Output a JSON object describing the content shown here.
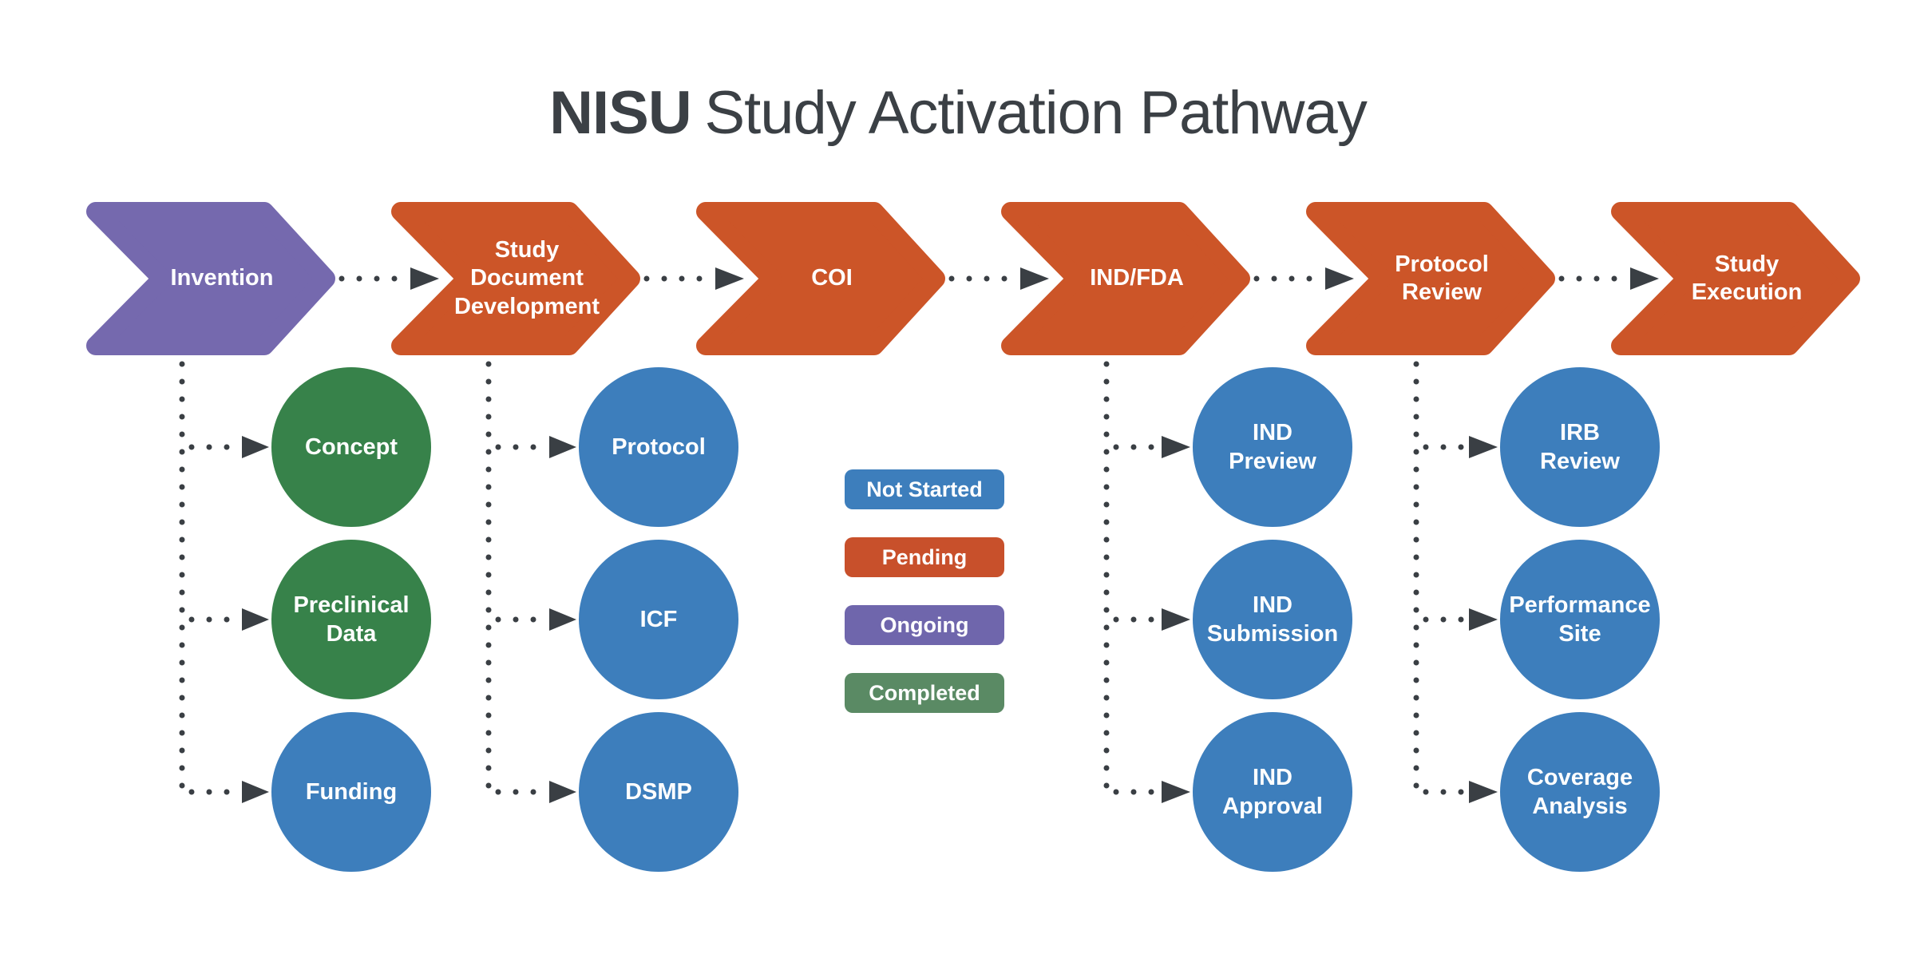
{
  "title": {
    "brand": "NISU",
    "rest": "Study Activation Pathway"
  },
  "stages": [
    {
      "label": "Invention",
      "color": "#7569AE"
    },
    {
      "label": "Study\nDocument\nDevelopment",
      "color": "#CC5528"
    },
    {
      "label": "COI",
      "color": "#CC5528"
    },
    {
      "label": "IND/FDA",
      "color": "#CC5528"
    },
    {
      "label": "Protocol\nReview",
      "color": "#CC5528"
    },
    {
      "label": "Study\nExecution",
      "color": "#CC5528"
    }
  ],
  "columns": [
    {
      "stage": "Invention",
      "items": [
        {
          "label": "Concept",
          "color": "#37824A"
        },
        {
          "label": "Preclinical\nData",
          "color": "#37824A"
        },
        {
          "label": "Funding",
          "color": "#3D7EBC"
        }
      ]
    },
    {
      "stage": "Study Document Development",
      "items": [
        {
          "label": "Protocol",
          "color": "#3D7EBC"
        },
        {
          "label": "ICF",
          "color": "#3D7EBC"
        },
        {
          "label": "DSMP",
          "color": "#3D7EBC"
        }
      ]
    },
    {
      "stage": "IND/FDA",
      "items": [
        {
          "label": "IND\nPreview",
          "color": "#3D7EBC"
        },
        {
          "label": "IND\nSubmission",
          "color": "#3D7EBC"
        },
        {
          "label": "IND\nApproval",
          "color": "#3D7EBC"
        }
      ]
    },
    {
      "stage": "Protocol Review",
      "items": [
        {
          "label": "IRB\nReview",
          "color": "#3D7EBC"
        },
        {
          "label": "Performance\nSite",
          "color": "#3D7EBC"
        },
        {
          "label": "Coverage\nAnalysis",
          "color": "#3D7EBC"
        }
      ]
    }
  ],
  "legend": [
    {
      "label": "Not Started",
      "color": "#3D7EBC"
    },
    {
      "label": "Pending",
      "color": "#C8502B"
    },
    {
      "label": "Ongoing",
      "color": "#6F66AC"
    },
    {
      "label": "Completed",
      "color": "#5A8A64"
    }
  ]
}
